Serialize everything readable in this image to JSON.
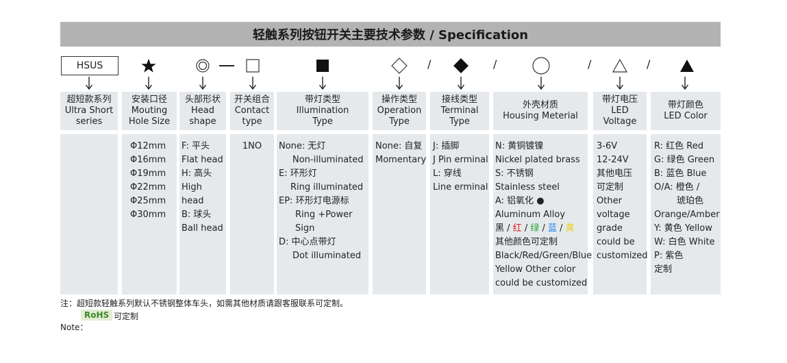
{
  "title": "轻触系列按钮开关主要技术参数 / Specification",
  "code": "HSUS",
  "slashes": [
    "/",
    "/",
    "/",
    "/"
  ],
  "columns": [
    {
      "zh": "超短款系列",
      "en1": "Ultra Short",
      "en2": "series"
    },
    {
      "zh": "安装口径",
      "en1": "Mouting",
      "en2": "Hole Size"
    },
    {
      "zh": "头部形状",
      "en1": "Head",
      "en2": "shape"
    },
    {
      "zh": "开关组合",
      "en1": "Contact",
      "en2": "type"
    },
    {
      "zh": "带灯类型",
      "en1": "Illumination",
      "en2": "Type"
    },
    {
      "zh": "操作类型",
      "en1": "Operation",
      "en2": "Type"
    },
    {
      "zh": "接线类型",
      "en1": "Terminal",
      "en2": "Type"
    },
    {
      "zh": "外壳材质",
      "en1": "Housing Meterial",
      "en2": ""
    },
    {
      "zh": "带灯电压",
      "en1": "LED Voltage",
      "en2": ""
    },
    {
      "zh": "带灯颜色",
      "en1": "LED Color",
      "en2": ""
    }
  ],
  "hole_sizes": [
    "Φ12mm",
    "Φ16mm",
    "Φ19mm",
    "Φ22mm",
    "Φ25mm",
    "Φ30mm"
  ],
  "head_shapes": [
    "F: 平头",
    "Flat head",
    "H: 高头",
    "High head",
    "B: 球头",
    "Ball head"
  ],
  "contact": "1NO",
  "illumination": [
    "None: 无灯",
    "Non-illuminated",
    "E: 环形灯",
    "Ring illuminated",
    "EP: 环形灯电源标",
    "Ring +Power Sign",
    "D: 中心点带灯",
    "Dot illuminated"
  ],
  "operation": [
    "None: 自复",
    "Momentary"
  ],
  "terminal": [
    "J: 插脚",
    "J Pin erminal",
    "L: 穿线",
    "Line erminal"
  ],
  "housing": {
    "lines_a": [
      "N: 黄铜镀镍",
      "Nickel plated brass",
      "S: 不锈钢",
      "Stainless steel",
      "A: 铝氧化 ●",
      "Aluminum Alloy"
    ],
    "colors": {
      "black": "黑",
      "red": "红",
      "green": "绿",
      "blue": "蓝",
      "yellow": "黄",
      "sep": " / "
    },
    "lines_b": [
      "其他颜色可定制",
      "Black/Red/Green/Blue",
      "Yellow Other color",
      "could be customized"
    ]
  },
  "voltage": [
    "3-6V",
    "12-24V",
    "其他电压",
    "可定制",
    "Other",
    "voltage",
    "grade",
    "could be",
    "customized"
  ],
  "led_colors": [
    "R: 红色 Red",
    "G: 绿色 Green",
    "B: 蓝色 Blue",
    "O/A: 橙色 /",
    "琥珀色",
    "Orange/Amber",
    "Y: 黄色 Yellow",
    "W: 白色 White",
    "P: 紫色",
    "定制"
  ],
  "footer": {
    "notice": "注：超短款轻触系列默认不锈钢整体车头，如需其他材质请跟客服联系可定制。",
    "rohs_badge": "RoHS",
    "rohs_text": "可定制",
    "note": "Note："
  },
  "colors": {
    "title_bg": "#b3b3b3",
    "cell_bg": "#e6e9ec",
    "red": "#e02020",
    "green": "#21a83a",
    "blue": "#1e88e5",
    "yellow": "#e8d21d"
  }
}
